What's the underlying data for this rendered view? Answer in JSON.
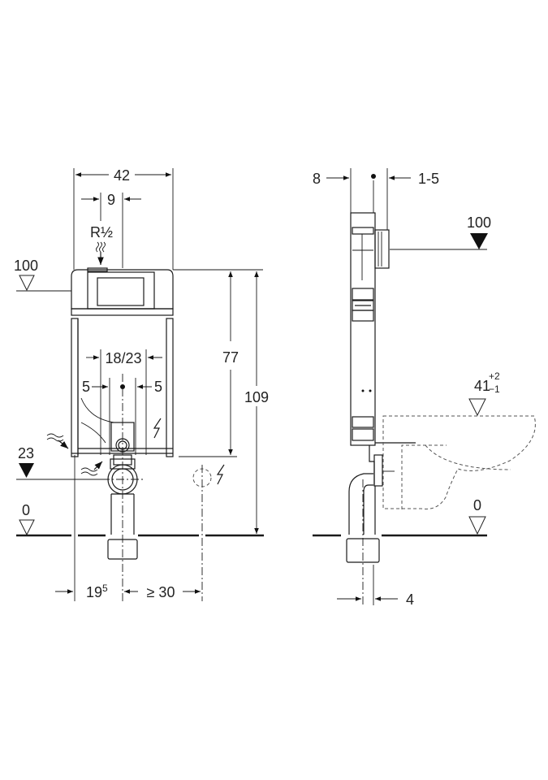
{
  "front_view": {
    "dim_width": "42",
    "dim_inlet_offset": "9",
    "inlet_label": "R½",
    "level_actuator": "100",
    "dim_height_77": "77",
    "dim_height_109": "109",
    "dim_outlet_range": "18/23",
    "dim_left_5": "5",
    "dim_right_5": "5",
    "level_supply": "23",
    "level_floor": "0",
    "dim_side_base": "19",
    "dim_side_sup": "5",
    "dim_electric": "≥ 30"
  },
  "side_view": {
    "dim_depth": "8",
    "dim_wall": "1-5",
    "level_actuator": "100",
    "level_seat": "41",
    "seat_tol_plus": "+2",
    "seat_tol_minus": "−1",
    "level_floor": "0",
    "dim_pipe_offset": "4"
  }
}
